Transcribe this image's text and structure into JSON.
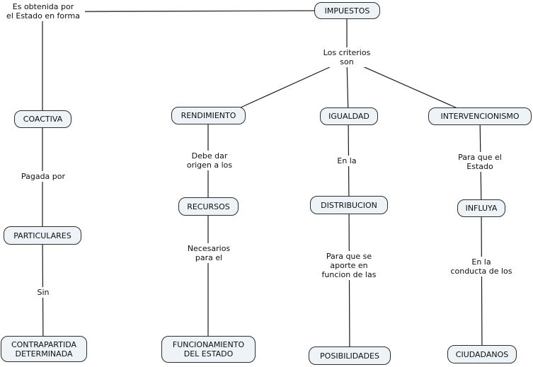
{
  "colors": {
    "background": "#ffffff",
    "concept_fill": "#eef3f7",
    "concept_border": "#2e2e2e",
    "connector": "#1c1c1c",
    "text": "#0f0f0f"
  },
  "map": {
    "concepts": {
      "impuestos": {
        "label": "IMPUESTOS"
      },
      "coactiva": {
        "label": "COACTIVA"
      },
      "particulares": {
        "label": "PARTICULARES"
      },
      "contrapartida": {
        "label": "CONTRAPARTIDA\nDETERMINADA"
      },
      "rendimiento": {
        "label": "RENDIMIENTO"
      },
      "recursos": {
        "label": "RECURSOS"
      },
      "funcionamiento": {
        "label": "FUNCIONAMIENTO\nDEL ESTADO"
      },
      "igualdad": {
        "label": "IGUALDAD"
      },
      "distribucion": {
        "label": "DISTRIBUCION"
      },
      "posibilidades": {
        "label": "POSIBILIDADES"
      },
      "intervencionismo": {
        "label": "INTERVENCIONISMO"
      },
      "influya": {
        "label": "INFLUYA"
      },
      "ciudadanos": {
        "label": "CIUDADANOS"
      }
    },
    "linking_phrases": {
      "obtencion": {
        "label": "Es obtenida por\nel Estado en forma"
      },
      "criterios": {
        "label": "Los criterios\nson"
      },
      "pagada_por": {
        "label": "Pagada por"
      },
      "sin": {
        "label": "Sin"
      },
      "debe_dar": {
        "label": "Debe dar\norigen a los"
      },
      "necesarios": {
        "label": "Necesarios\npara el"
      },
      "en_la": {
        "label": "En la"
      },
      "aporte": {
        "label": "Para que se\naporte en\nfuncion de las"
      },
      "para_que_el_estado": {
        "label": "Para que el\nEstado"
      },
      "conducta": {
        "label": "En la\nconducta de los"
      }
    }
  }
}
